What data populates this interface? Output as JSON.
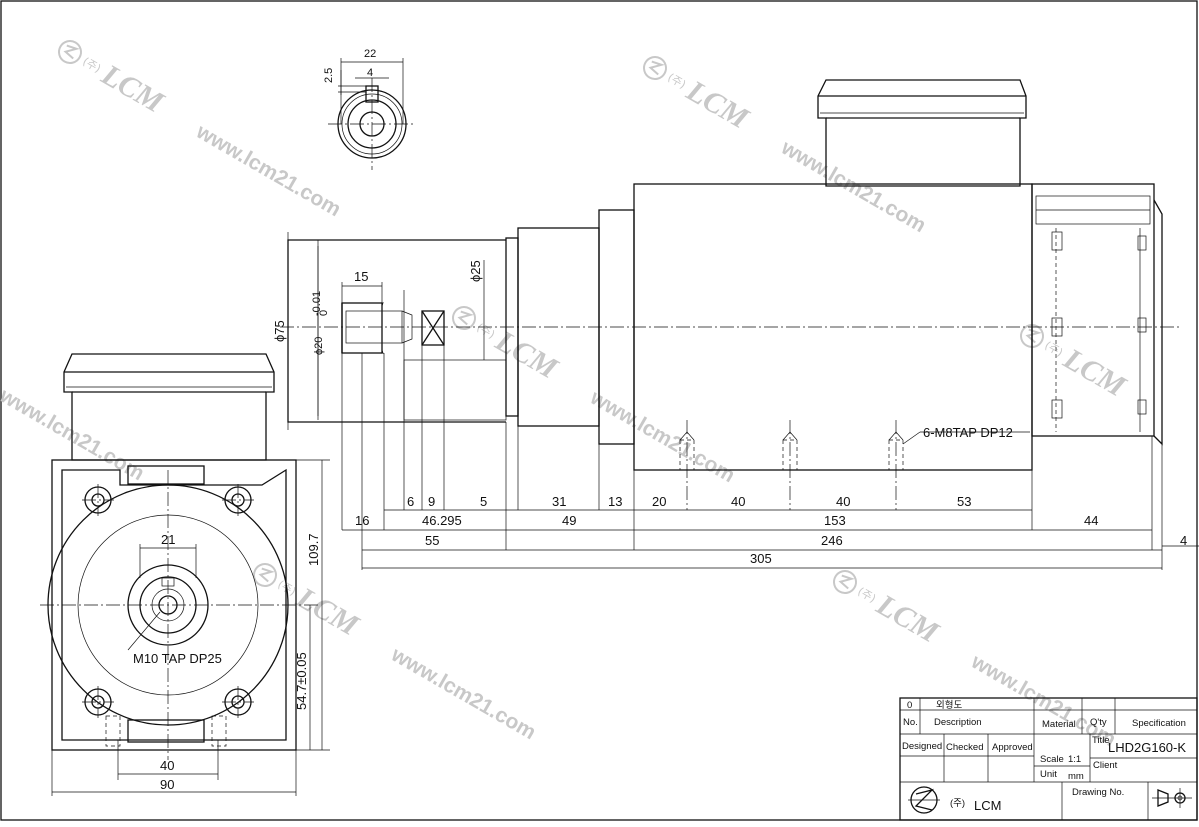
{
  "dimensions": {
    "key_width": "22",
    "key_depth": "2.5",
    "key_slot": "4",
    "shaft_len": "15",
    "shaft_dia": "ϕ25",
    "shaft_dia_tol": "ϕ20",
    "tol_upper": "0",
    "tol_lower": "-0.01",
    "body_dia": "ϕ75",
    "d6": "6",
    "d9": "9",
    "d5": "5",
    "d31": "31",
    "d13": "13",
    "d20": "20",
    "d40a": "40",
    "d40b": "40",
    "d53": "53",
    "d16": "16",
    "d46295": "46.295",
    "d49": "49",
    "d153": "153",
    "d44": "44",
    "d55": "55",
    "d246": "246",
    "d4": "4",
    "d305": "305",
    "tap_note": "6-M8TAP DP12",
    "front_21": "21",
    "front_tap": "M10 TAP DP25",
    "front_1097": "109.7",
    "front_547": "54.7±0.05",
    "front_40": "40",
    "front_90": "90"
  },
  "title_block": {
    "row0_no": "0",
    "row0_desc": "외형도",
    "no_label": "No.",
    "desc_label": "Description",
    "material_label": "Material",
    "qty_label": "Q'ty",
    "spec_label": "Specification",
    "designed_label": "Designed",
    "checked_label": "Checked",
    "approved_label": "Approved",
    "title_label": "Title",
    "title_value": "LHD2G160-K",
    "scale_label": "Scale",
    "scale_value": "1:1",
    "client_label": "Client",
    "unit_label": "Unit",
    "unit_value": "mm",
    "drawing_no_label": "Drawing No.",
    "company_prefix": "(주)",
    "company_name": "LCM"
  },
  "watermark": {
    "brand": "LCM",
    "url": "www.lcm21.com",
    "prefix": "(주)"
  }
}
